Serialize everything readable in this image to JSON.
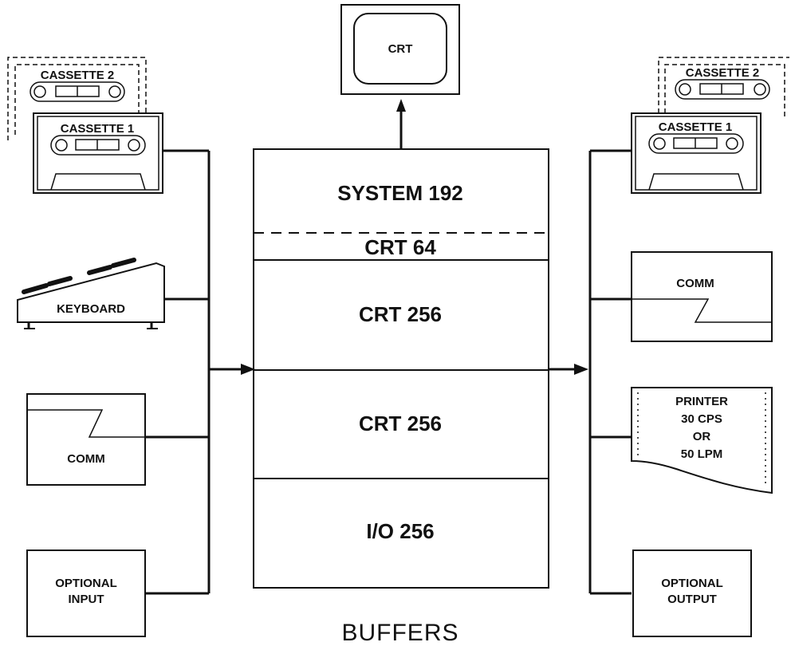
{
  "diagram": {
    "title": "BUFFERS",
    "crt_monitor": "CRT",
    "buffers": {
      "system": "SYSTEM 192",
      "crt64": "CRT 64",
      "crt256_a": "CRT 256",
      "crt256_b": "CRT 256",
      "io": "I/O 256"
    },
    "inputs": {
      "cassette2": "CASSETTE 2",
      "cassette1": "CASSETTE 1",
      "keyboard": "KEYBOARD",
      "comm": "COMM",
      "optional_line1": "OPTIONAL",
      "optional_line2": "INPUT"
    },
    "outputs": {
      "cassette2": "CASSETTE 2",
      "cassette1": "CASSETTE 1",
      "comm": "COMM",
      "printer_line1": "PRINTER",
      "printer_line2": "30 CPS",
      "printer_line3": "OR",
      "printer_line4": "50 LPM",
      "optional_line1": "OPTIONAL",
      "optional_line2": "OUTPUT"
    }
  }
}
